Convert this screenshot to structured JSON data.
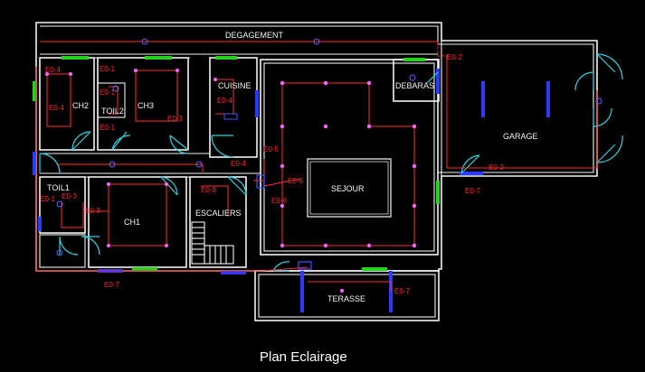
{
  "title": "Plan Eclairage",
  "rooms": {
    "degagement": "DEGAGEMENT",
    "ch2": "CH2",
    "toil2": "TOIL2",
    "ch3": "CH3",
    "cuisine": "CUISINE",
    "debaras": "DEBARAS",
    "garage": "GARAGE",
    "sejour": "SEJOUR",
    "toil1": "TOIL1",
    "ch1": "CH1",
    "escaliers": "ESCALIERS",
    "terasse": "TERASSE"
  },
  "circuits": {
    "e04_a": "E0-4",
    "e04_b": "E0-4",
    "e04_c": "E0-4",
    "e04_d": "E0-4",
    "e02_a": "E0-2",
    "e02_b": "E0-2",
    "e01_a": "E0-1",
    "e01_b": "E0-1",
    "e01_c": "E0-1",
    "e01_d": "E0-1",
    "e03_a": "E0-3",
    "e03_b": "E0-3",
    "e03_c": "E0-3",
    "e05": "E0-5",
    "e06_a": "E0-6",
    "e06_b": "E0-6",
    "e08": "E0-8",
    "e07_a": "E0-7",
    "e07_b": "E0-7",
    "e07_c": "E0-7"
  },
  "colors": {
    "background": "#000000",
    "walls": "#f2f2f2",
    "circuit": "#ff2a2a",
    "doors": "#2ad4e0",
    "window_green": "#26d11f",
    "window_blue": "#2a3bff",
    "lamp": "#ff66ff"
  }
}
